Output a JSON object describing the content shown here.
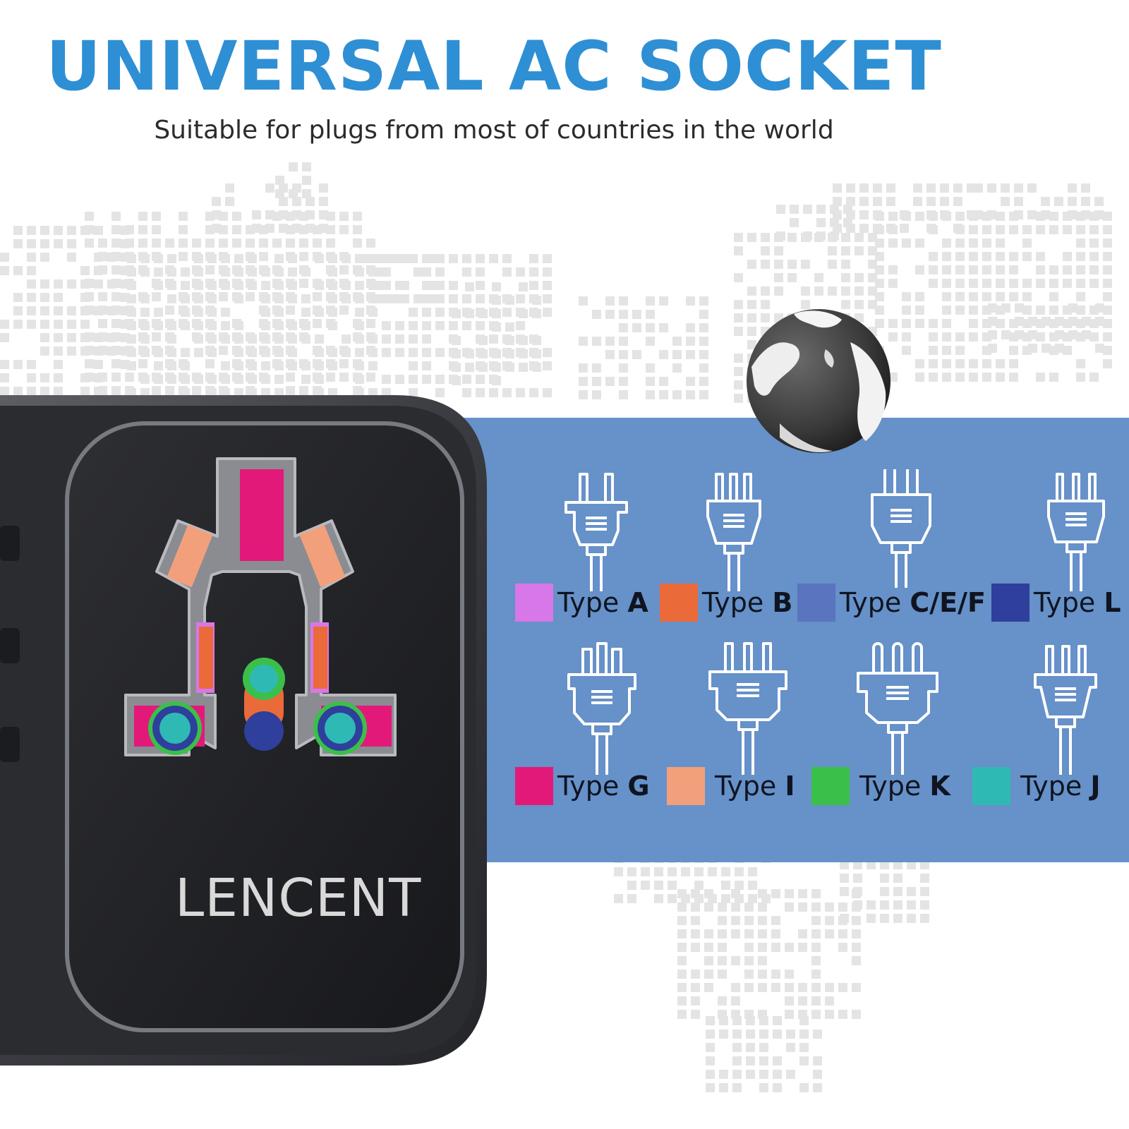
{
  "header": {
    "title": "UNIVERSAL AC SOCKET",
    "subtitle": "Suitable for plugs from most of countries in the world"
  },
  "brand": {
    "name": "LENCENT"
  },
  "colors": {
    "title_blue": "#2f8fd4",
    "panel_blue": "#6691c9",
    "device_body": "#2e2f33",
    "device_face": "#1f2023",
    "map_dot": "#e4e4e4"
  },
  "legend": [
    {
      "prefix": "Type",
      "code": "A",
      "color": "#d877e8"
    },
    {
      "prefix": "Type",
      "code": "B",
      "color": "#ea6a3a"
    },
    {
      "prefix": "Type",
      "code": "C/E/F",
      "color": "#5a74bf"
    },
    {
      "prefix": "Type",
      "code": "L",
      "color": "#2f3f9c"
    },
    {
      "prefix": "Type",
      "code": "G",
      "color": "#e3197a"
    },
    {
      "prefix": "Type",
      "code": "I",
      "color": "#f2a07c"
    },
    {
      "prefix": "Type",
      "code": "K",
      "color": "#3ac04a"
    },
    {
      "prefix": "Type",
      "code": "J",
      "color": "#2fb9b4"
    }
  ],
  "icons": {
    "globe": "globe-icon",
    "plug": "plug-icon",
    "socket": "universal-socket-icon"
  }
}
